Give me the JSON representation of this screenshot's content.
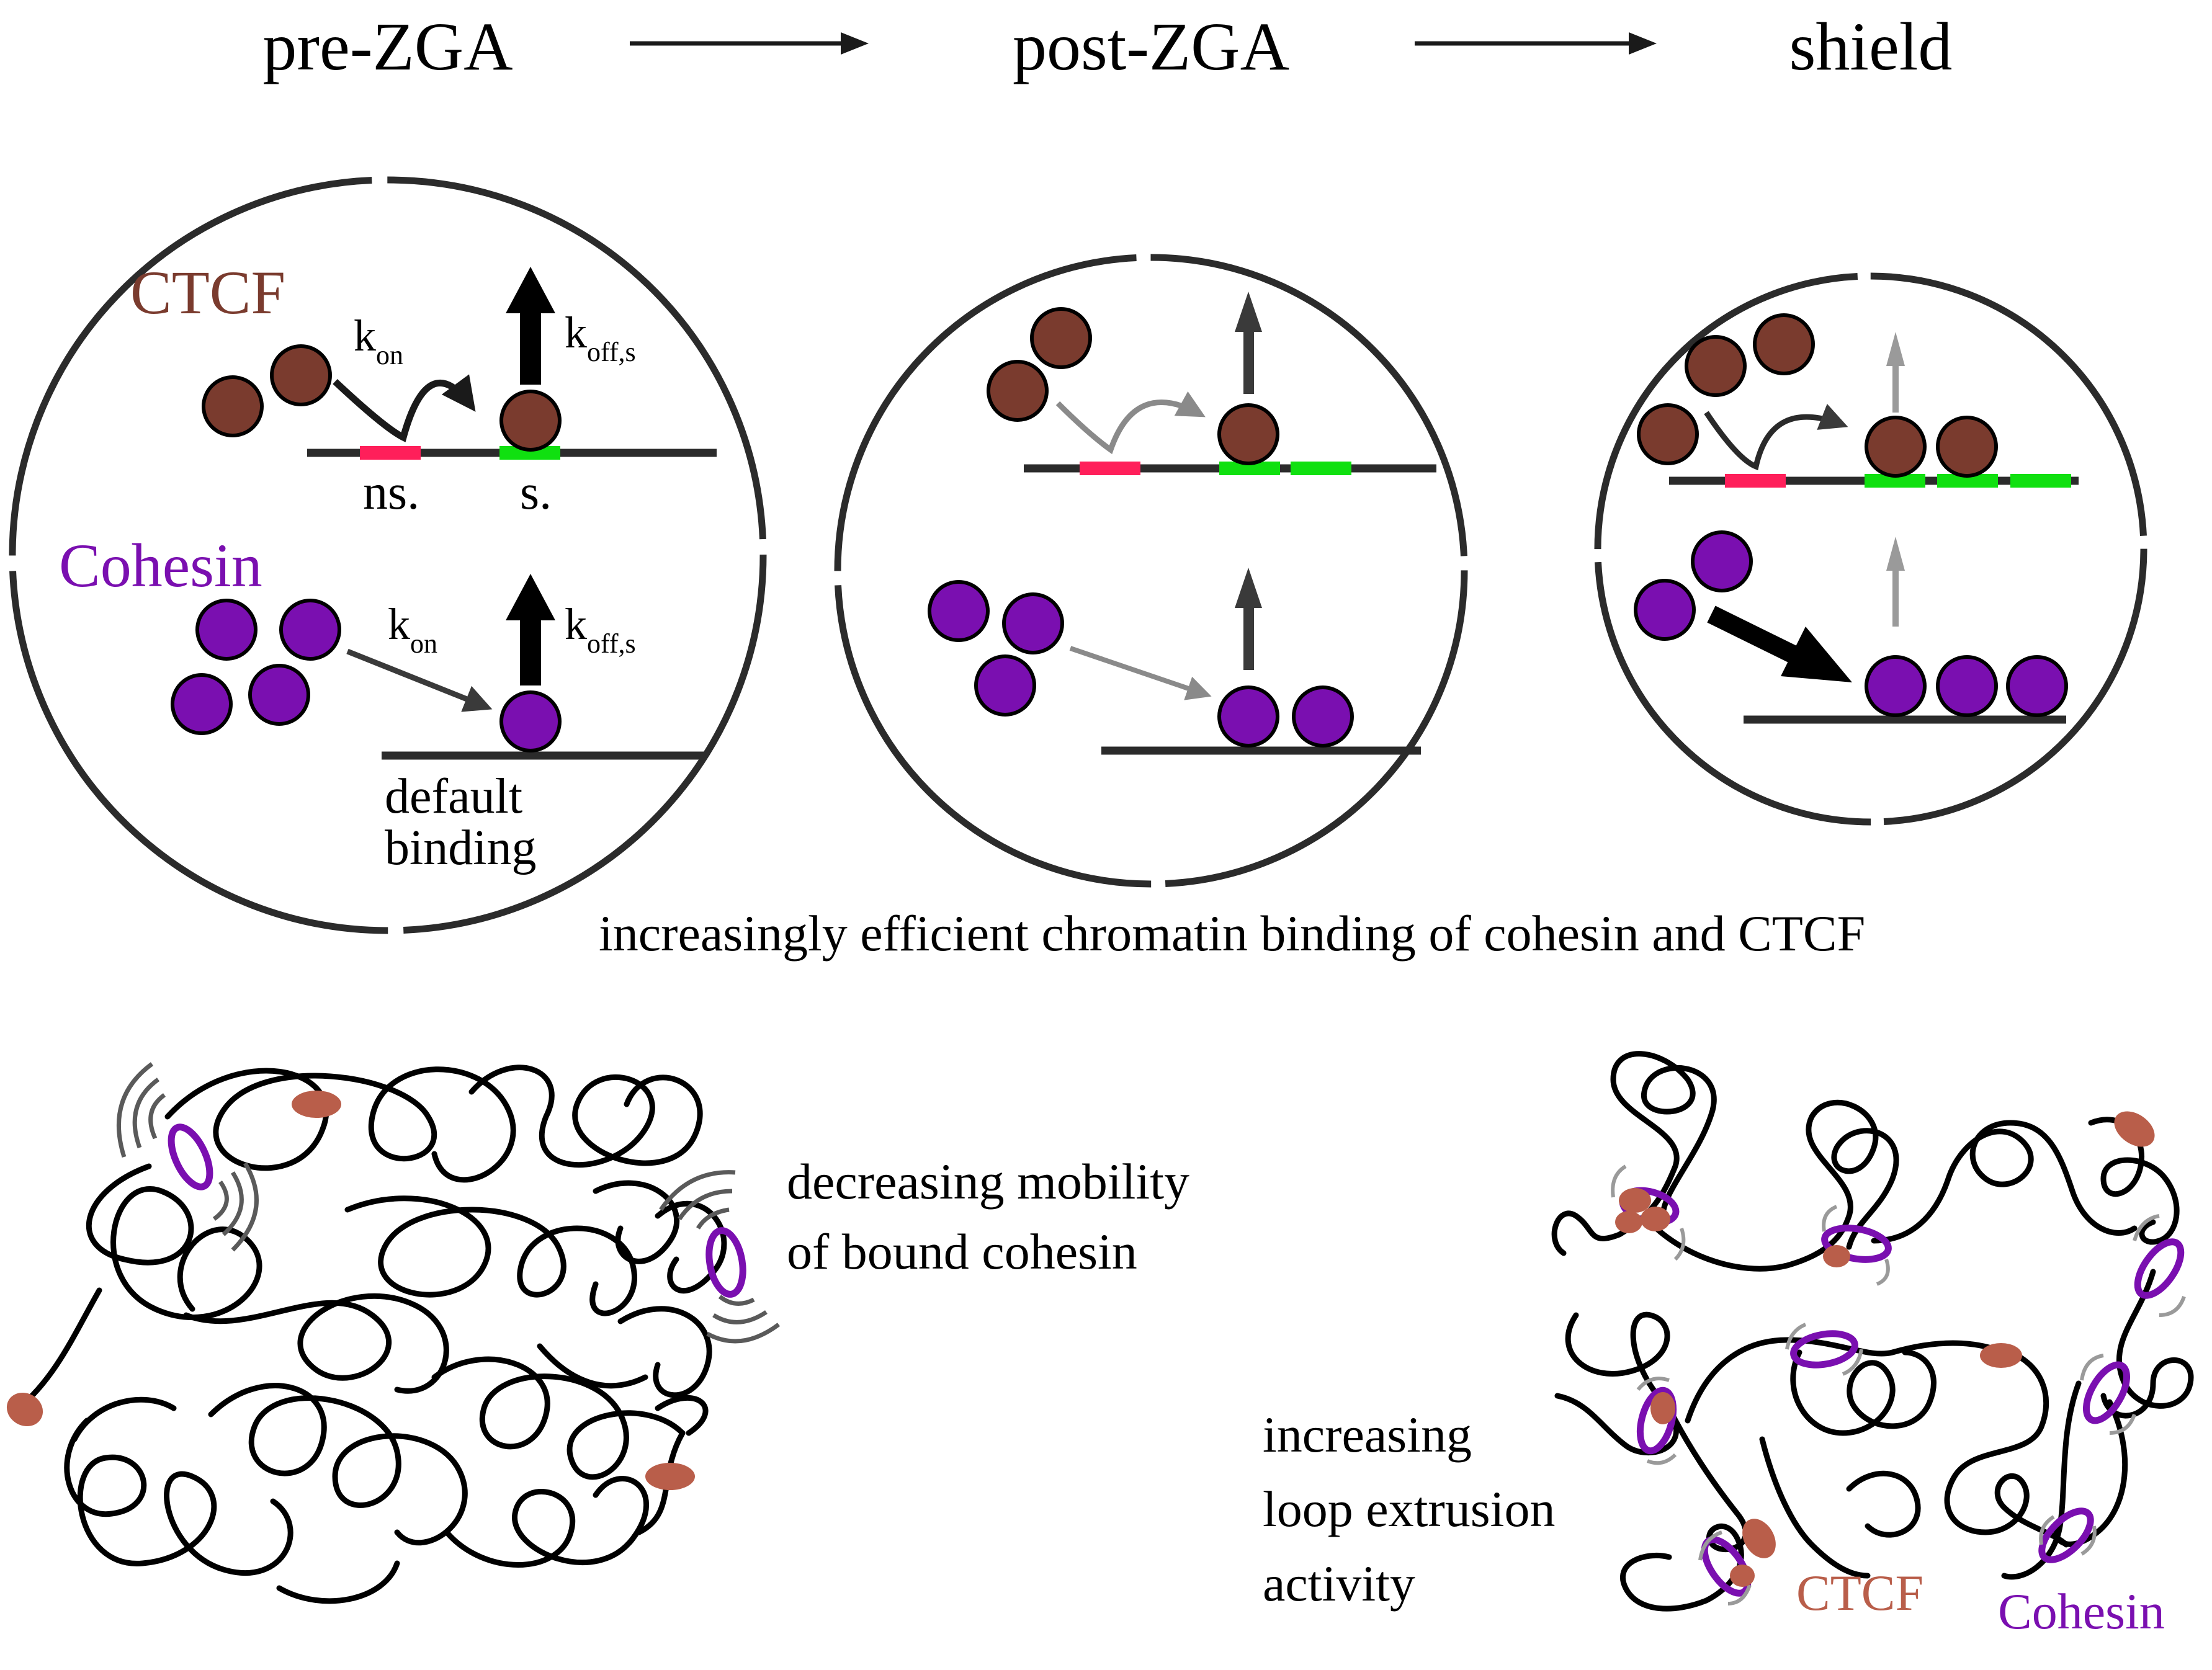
{
  "colors": {
    "ctcf": "#7a3b2e",
    "cohesin": "#7a0fb0",
    "nonspecific_site": "#ff1f5a",
    "specific_site": "#10e010",
    "ctcf_blob": "#b95e4a",
    "dna": "#2b2b2b"
  },
  "stages": [
    "pre-ZGA",
    "post-ZGA",
    "shield"
  ],
  "panel1": {
    "ctcf_label": "CTCF",
    "cohesin_label": "Cohesin",
    "k": "k",
    "k_on_sub": "on",
    "k_off_sub": "off,s",
    "ns_label": "ns.",
    "s_label": "s.",
    "default_label": "default",
    "binding_label": "binding"
  },
  "caption_binding": "increasingly efficient chromatin binding of cohesin and CTCF",
  "mobility": [
    "decreasing mobility",
    "of bound cohesin"
  ],
  "extrusion": [
    "increasing",
    "loop extrusion",
    "activity"
  ],
  "legend": {
    "ctcf": "CTCF",
    "cohesin": "Cohesin"
  }
}
